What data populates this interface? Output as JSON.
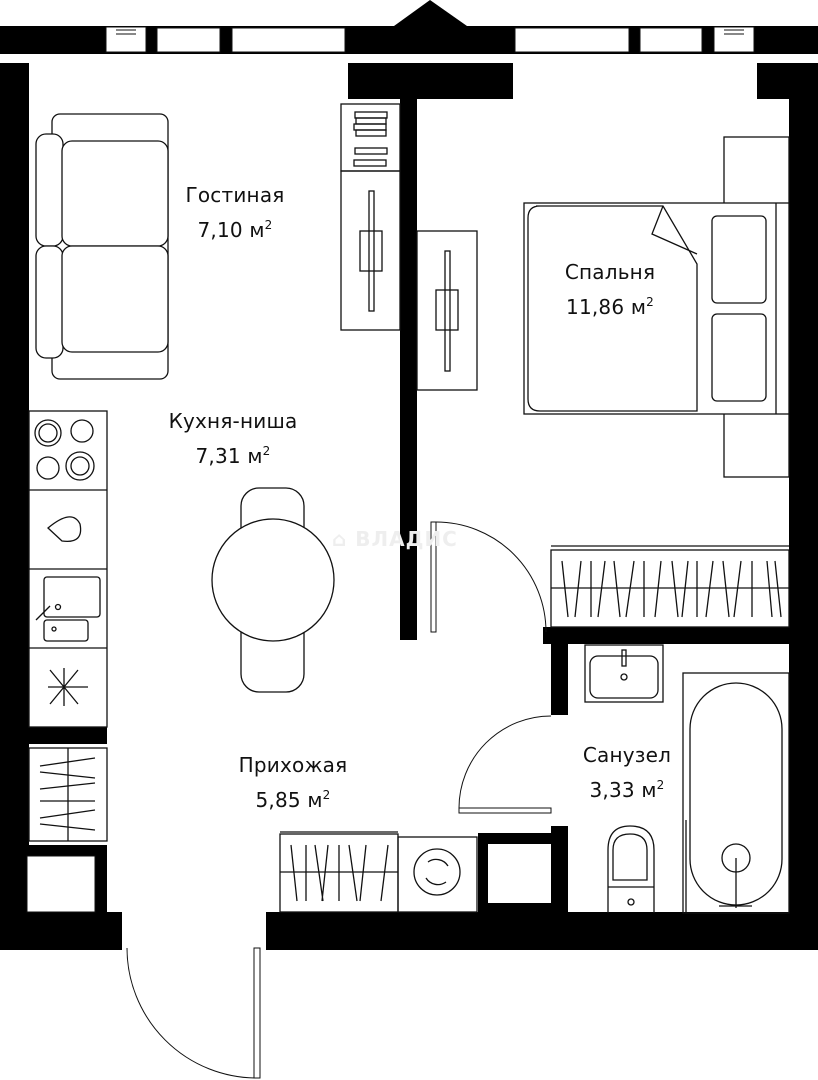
{
  "watermark": {
    "text": "ВЛАДИС",
    "icon": "house-key-icon"
  },
  "colors": {
    "wall": "#000000",
    "line": "#111111",
    "background": "#ffffff",
    "watermark": "#eeeeee"
  },
  "rooms": [
    {
      "id": "living",
      "name": "Гостиная",
      "area": "7,10",
      "unit": "м",
      "exp": "2"
    },
    {
      "id": "bedroom",
      "name": "Спальня",
      "area": "11,86",
      "unit": "м",
      "exp": "2"
    },
    {
      "id": "kitchen",
      "name": "Кухня-ниша",
      "area": "7,31",
      "unit": "м",
      "exp": "2"
    },
    {
      "id": "hallway",
      "name": "Прихожая",
      "area": "5,85",
      "unit": "м",
      "exp": "2"
    },
    {
      "id": "bathroom",
      "name": "Санузел",
      "area": "3,33",
      "unit": "м",
      "exp": "2"
    }
  ],
  "furniture": [
    "sofa",
    "tv-stand",
    "double-bed",
    "nightstands",
    "wardrobe-bedroom",
    "stove",
    "kitchen-counter",
    "kitchen-sink",
    "fridge",
    "dining-table",
    "chairs",
    "hall-wardrobe",
    "shoe-cabinet",
    "washing-machine",
    "bathroom-sink",
    "toilet",
    "bathtub"
  ]
}
